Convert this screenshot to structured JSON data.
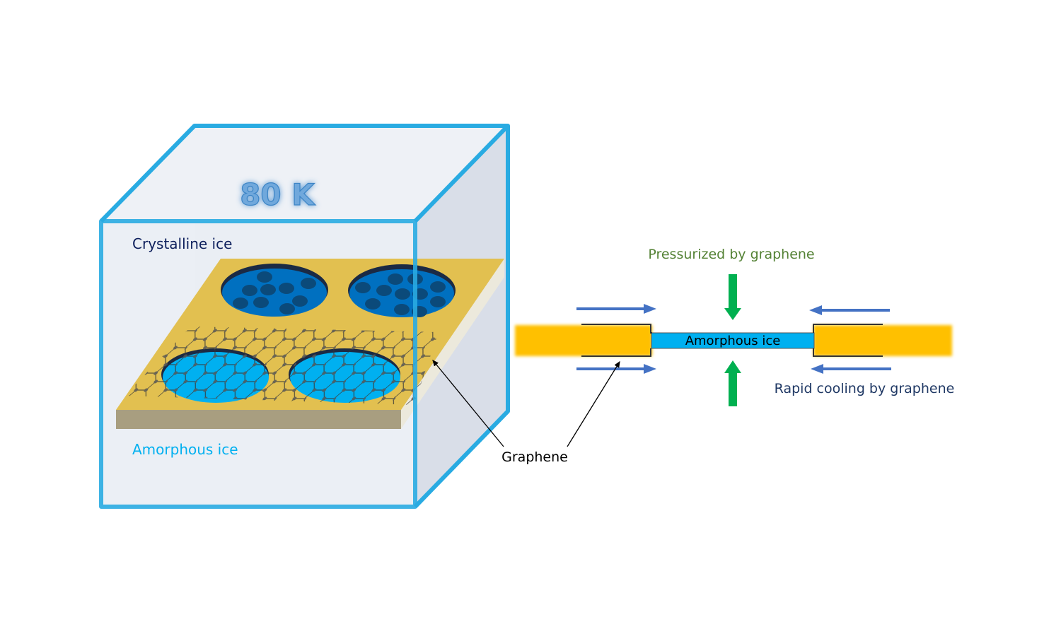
{
  "figure": {
    "temperature_label": "80 K",
    "crystalline_label": "Crystalline ice",
    "amorphous_label_left": "Amorphous ice",
    "graphene_label": "Graphene",
    "pressurized_label": "Pressurized by graphene",
    "amorphous_label_center": "Amorphous ice",
    "cooling_label": "Rapid cooling by graphene"
  },
  "colors": {
    "cube_edge": "#29abe2",
    "cube_face": "#e9edf4",
    "cube_side": "#d6dbe5",
    "substrate_top": "#e2c050",
    "substrate_front": "#a89e80",
    "crystalline_hole": "#0070c0",
    "crystal_dot": "#0b4a7a",
    "amorphous_hole": "#00b0f0",
    "graphene": "#3a3a3a",
    "gold_bar": "#ffc000",
    "pressure_arrow": "#00b050",
    "cooling_arrow": "#4472c4",
    "pressurized_text": "#548235",
    "cooling_text": "#1f3864",
    "crystalline_text": "#0d1f5c",
    "amorphous_text": "#00b0f0"
  }
}
